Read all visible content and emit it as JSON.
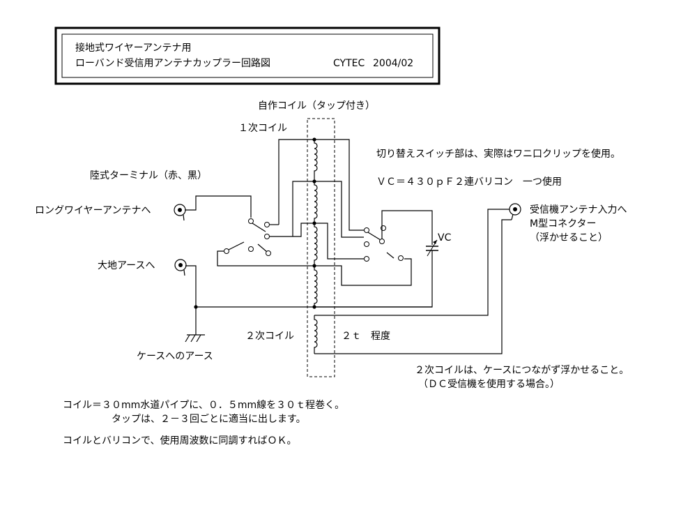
{
  "title_box": {
    "line1": "接地式ワイヤーアンテナ用",
    "line2": "ローバンド受信用アンテナカップラー回路図",
    "author": "CYTEC",
    "date": "2004/02"
  },
  "labels": {
    "coil_title": "自作コイル（タップ付き）",
    "primary_coil": "１次コイル",
    "secondary_coil": "２次コイル",
    "secondary_turns": "２ｔ　程度",
    "terminal": "陸式ターミナル（赤、黒）",
    "long_wire": "ロングワイヤーアンテナへ",
    "ground": "大地アースへ",
    "case_ground": "ケースへのアース",
    "vc": "VC",
    "receiver_line1": "受信機アンテナ入力へ",
    "receiver_line2": "M型コネクター",
    "receiver_line3": "（浮かせること）"
  },
  "notes": {
    "switch": "切り替えスイッチ部は、実際はワニ口クリップを使用。",
    "vc_spec": "ＶＣ＝４３０ｐＦ２連バリコン　一つ使用",
    "secondary_note1": "２次コイルは、ケースにつながず浮かせること。",
    "secondary_note2": "（ＤＣ受信機を使用する場合。）",
    "coil_note1": "コイル＝３０mm水道パイプに、０．５mm線を３０ｔ程巻く。",
    "coil_note2": "タップは、２－３回ごとに適当に出します。",
    "coil_note3": "コイルとバリコンで、使用周波数に同調すればＯＫ。"
  }
}
